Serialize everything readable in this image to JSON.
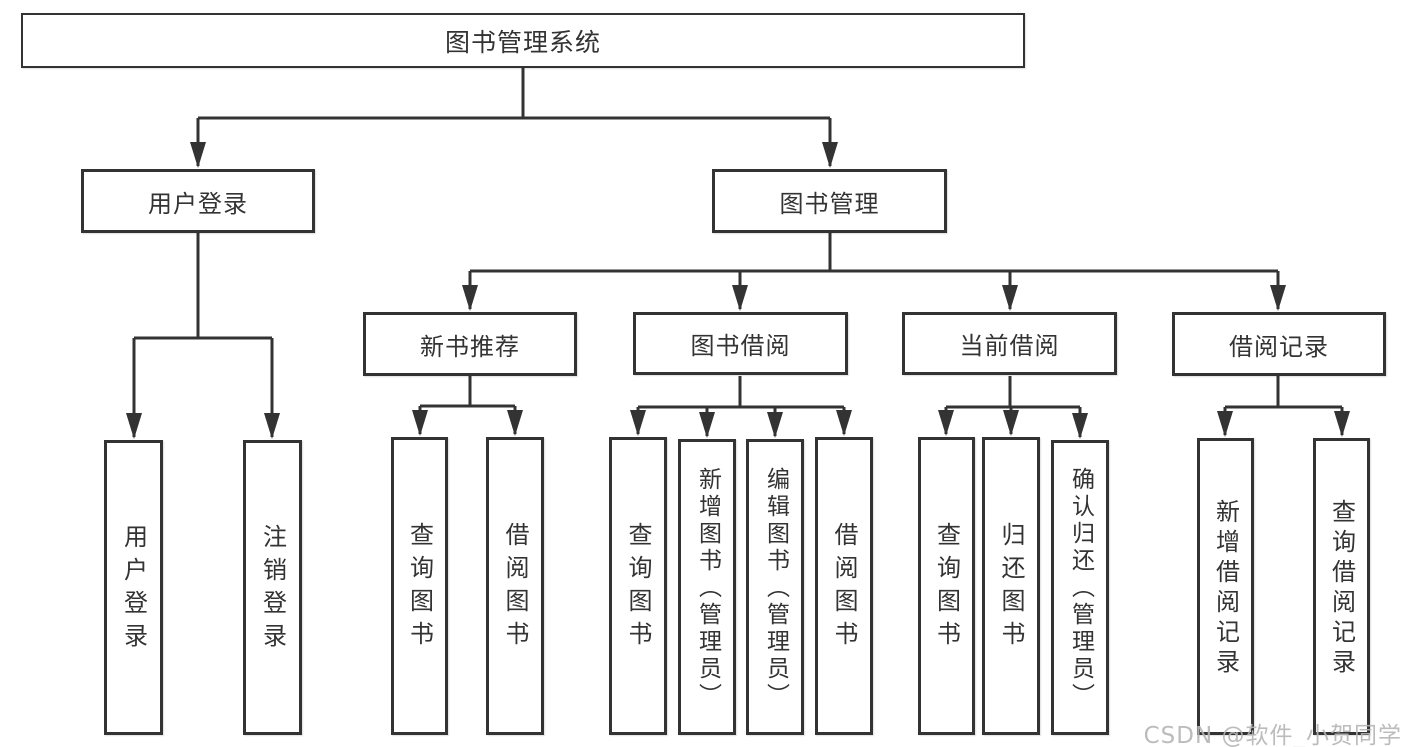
{
  "diagram": {
    "type": "hierarchy-tree",
    "root_label": "图书管理系统",
    "children": [
      {
        "label": "用户登录",
        "children": [
          {
            "label": "用户登录"
          },
          {
            "label": "注销登录"
          }
        ]
      },
      {
        "label": "图书管理",
        "children": [
          {
            "label": "新书推荐",
            "children": [
              {
                "label": "查询图书"
              },
              {
                "label": "借阅图书"
              }
            ]
          },
          {
            "label": "图书借阅",
            "children": [
              {
                "label": "查询图书"
              },
              {
                "label": "新增图书（管理员）"
              },
              {
                "label": "编辑图书（管理员）"
              },
              {
                "label": "借阅图书"
              }
            ]
          },
          {
            "label": "当前借阅",
            "children": [
              {
                "label": "查询图书"
              },
              {
                "label": "归还图书"
              },
              {
                "label": "确认归还（管理员）"
              }
            ]
          },
          {
            "label": "借阅记录",
            "children": [
              {
                "label": "新增借阅记录"
              },
              {
                "label": "查询借阅记录"
              }
            ]
          }
        ]
      }
    ]
  },
  "watermark": {
    "text": "CSDN @软件_小贺同学"
  },
  "colors": {
    "line": "#333333",
    "box_border": "#333333",
    "text": "#333333",
    "background": "#ffffff",
    "watermark": "#b5b5b5"
  }
}
